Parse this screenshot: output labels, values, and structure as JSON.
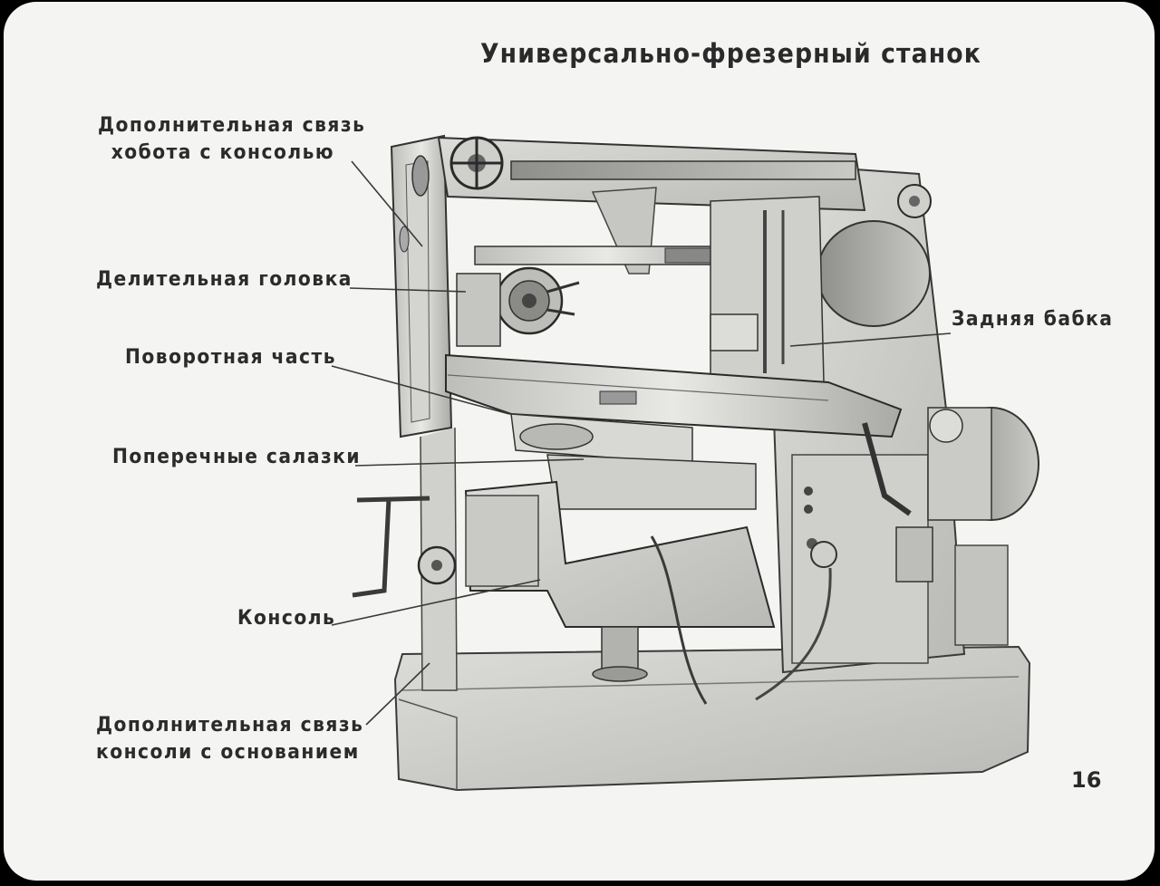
{
  "title": "Универсально-фрезерный станок",
  "page_number": "16",
  "labels": {
    "arm_console_link": [
      "Дополнительная связь",
      "хобота с консолью"
    ],
    "dividing_head": "Делительная головка",
    "tailstock": "Задняя бабка",
    "rotary_part": "Поворотная часть",
    "cross_slide": "Поперечные салазки",
    "console": "Консоль",
    "console_base_link": [
      "Дополнительная связь",
      "консоли с основанием"
    ]
  },
  "colors": {
    "paper": "#f4f4f2",
    "ink": "#2a2a2a",
    "metal_light": "#d9d9d6",
    "metal_mid": "#b4b4b0",
    "metal_dark": "#5a5a58"
  }
}
